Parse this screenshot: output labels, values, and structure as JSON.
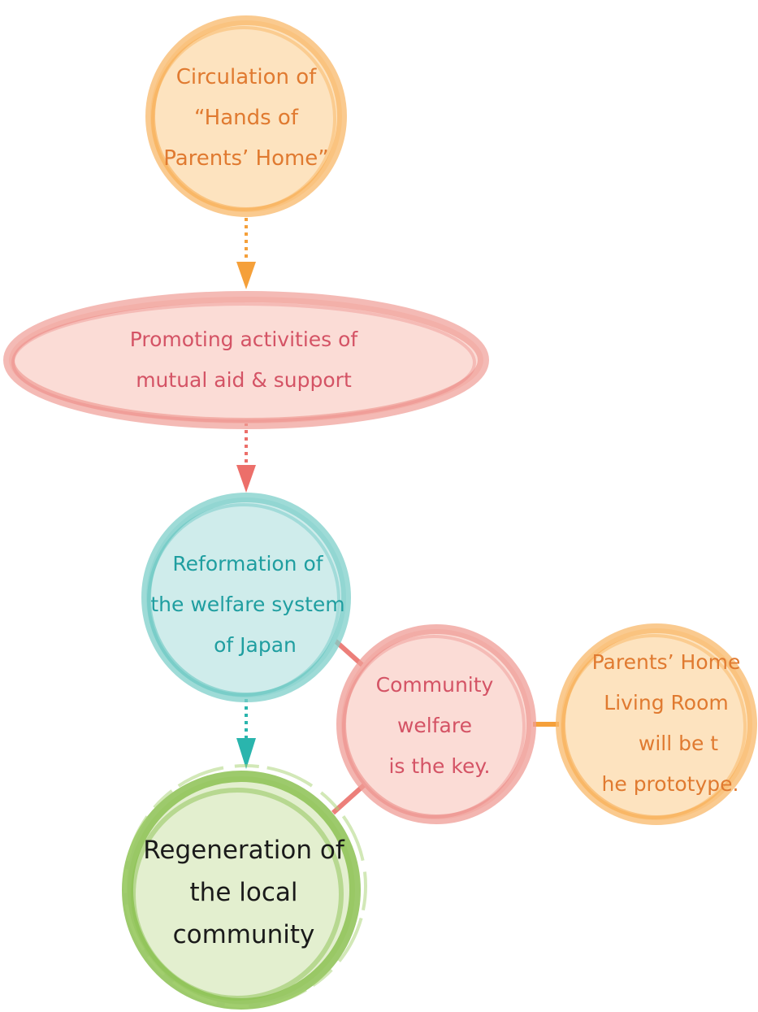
{
  "colors": {
    "orange": "#f5a03a",
    "orange_fill": "#fde3bf",
    "orange_text": "#e07a30",
    "pink": "#ec7f7a",
    "pink_fill": "#fbdcd6",
    "pink_text": "#d45365",
    "teal": "#4bbdb6",
    "teal_fill": "#cfeceb",
    "teal_text": "#1f9ea0",
    "green": "#8cc152",
    "green_fill": "#e3efcf",
    "black_text": "#1a1a1a"
  },
  "nodes": {
    "circulation": {
      "lines": [
        "Circulation of",
        "“Hands of",
        "Parents’ Home”"
      ]
    },
    "promoting": {
      "lines": [
        "Promoting activities of",
        "mutual aid & support"
      ]
    },
    "reformation": {
      "lines": [
        "Reformation of",
        "the welfare system",
        "of Japan"
      ]
    },
    "community": {
      "lines": [
        "Community",
        "welfare",
        "is the key."
      ]
    },
    "parents": {
      "lines": [
        "Parents’ Home",
        "Living Room",
        "will be t",
        "he prototype."
      ]
    },
    "regeneration": {
      "lines": [
        "Regeneration of",
        "the local",
        "community"
      ]
    }
  }
}
